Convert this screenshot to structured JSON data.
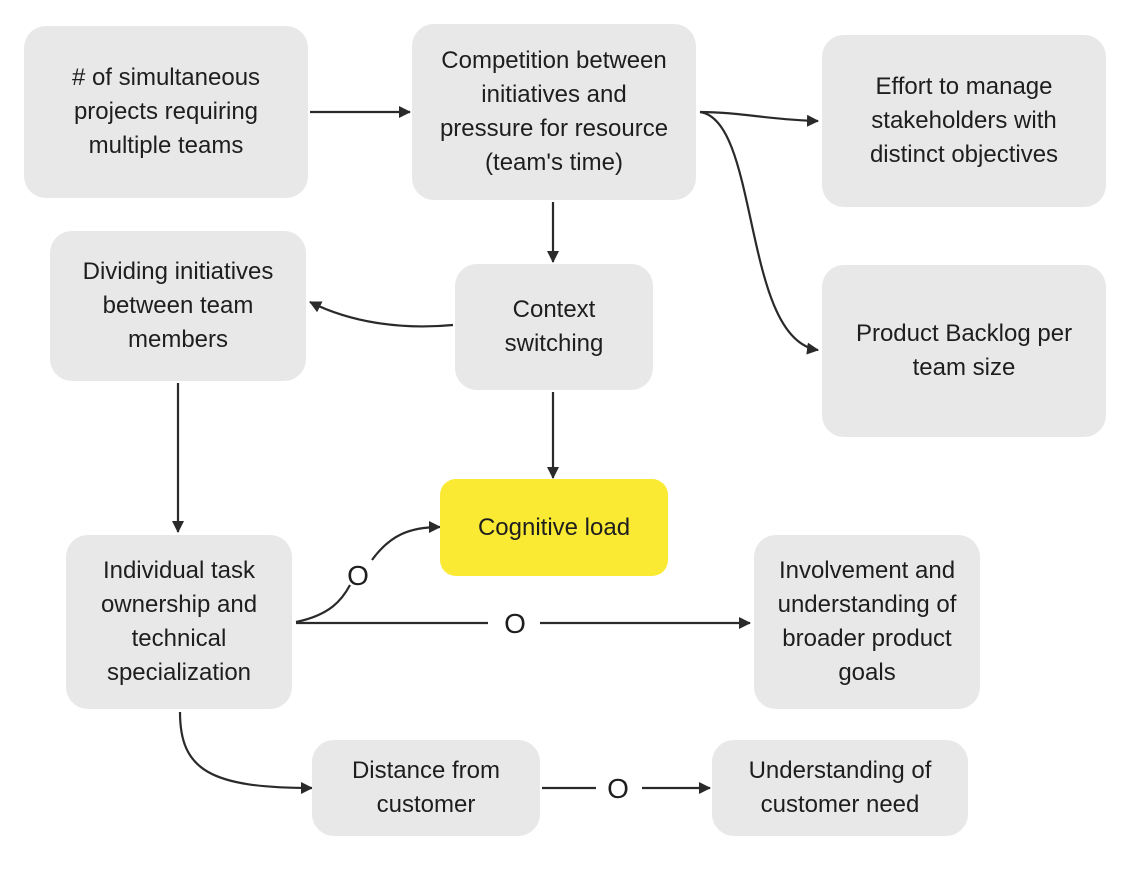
{
  "nodes": {
    "simultaneous_projects": "# of simultaneous\nprojects requiring\nmultiple teams",
    "competition": "Competition between\ninitiatives and\npressure for resource\n(team's time)",
    "stakeholders": "Effort to manage\nstakeholders with\ndistinct objectives",
    "dividing": "Dividing initiatives\nbetween team\nmembers",
    "context_switching": "Context\nswitching",
    "backlog": "Product Backlog per\nteam size",
    "cognitive_load": "Cognitive load",
    "ownership": "Individual task\nownership and\ntechnical\nspecialization",
    "involvement": "Involvement and\nunderstanding of\nbroader product\ngoals",
    "distance": "Distance from\ncustomer",
    "understanding": "Understanding of\ncustomer need"
  },
  "edge_labels": {
    "ownership_to_cognitive": "O",
    "ownership_to_involvement": "O",
    "distance_to_understanding": "O"
  },
  "colors": {
    "node_fill": "#e8e8e8",
    "highlight_fill": "#faea33",
    "edge": "#2a2a2a"
  }
}
